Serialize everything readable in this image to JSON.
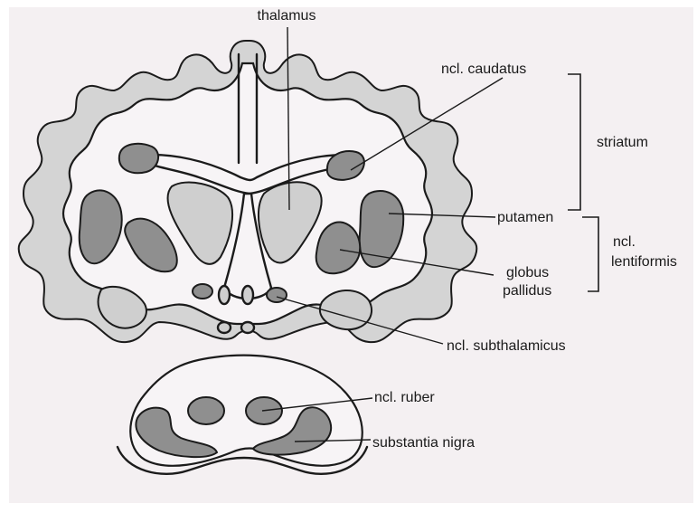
{
  "labels": {
    "thalamus": "thalamus",
    "ncl_caudatus": "ncl. caudatus",
    "striatum": "striatum",
    "putamen": "putamen",
    "ncl_lentiformis_line1": "ncl.",
    "ncl_lentiformis_line2": "lentiformis",
    "globus_line1": "globus",
    "globus_line2": "pallidus",
    "ncl_subthalamicus": "ncl. subthalamicus",
    "ncl_ruber": "ncl. ruber",
    "substantia_nigra": "substantia nigra"
  },
  "colors": {
    "paper": "#f4f0f2",
    "gray_matter_dark": "#8f8f8f",
    "gray_matter_light": "#cfcfcf",
    "ink": "#1b1b1b"
  }
}
